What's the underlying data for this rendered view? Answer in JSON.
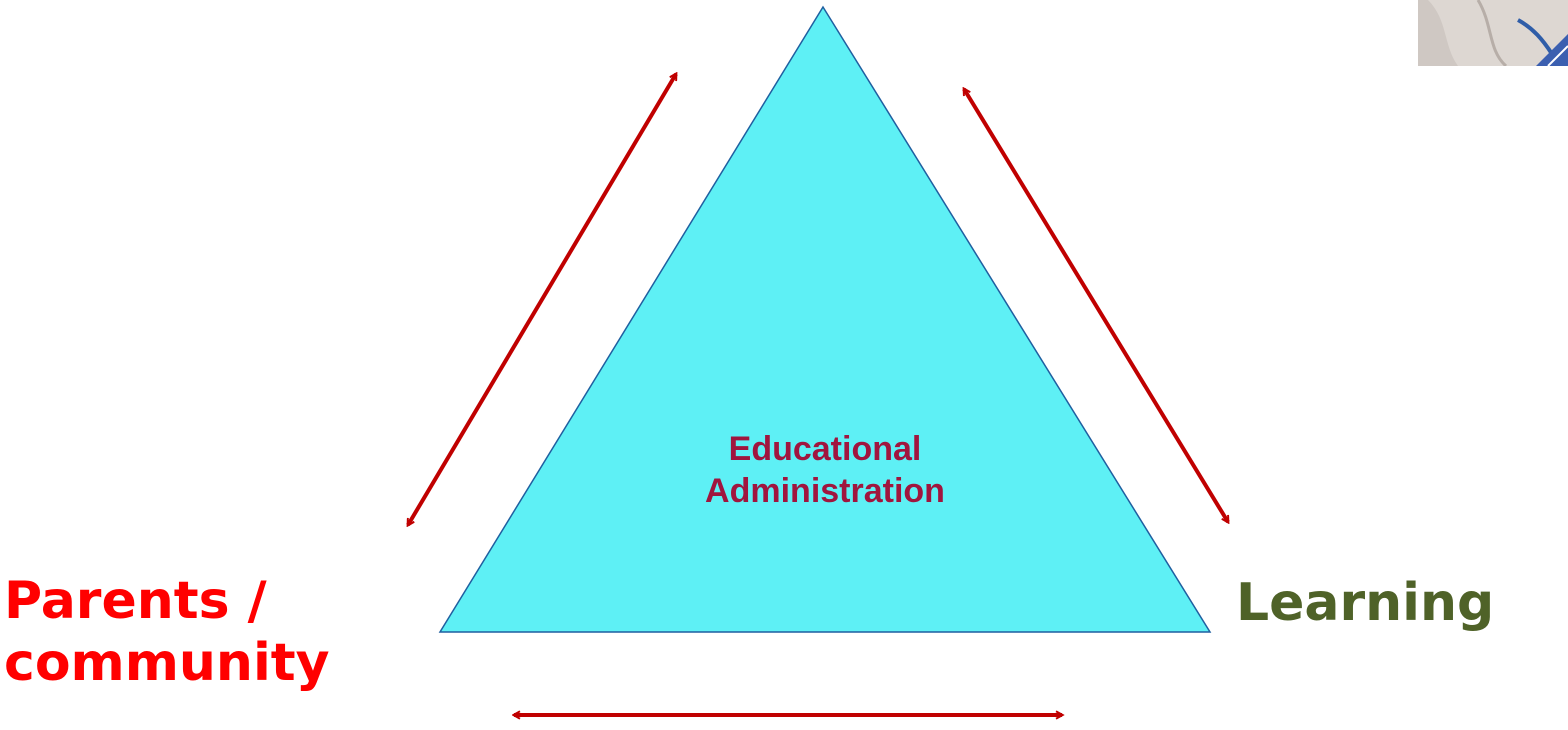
{
  "diagram": {
    "center_label_line1": "Educational",
    "center_label_line2": "Administration",
    "left_label_line1": "Parents /",
    "left_label_line2": "community",
    "right_label": "Learning"
  },
  "colors": {
    "triangle_fill": "#5ef0f5",
    "triangle_stroke": "#1f5fa0",
    "arrow": "#c00000",
    "center_text": "#a0153e",
    "left_text": "#ff0000",
    "right_text": "#4f6228"
  }
}
